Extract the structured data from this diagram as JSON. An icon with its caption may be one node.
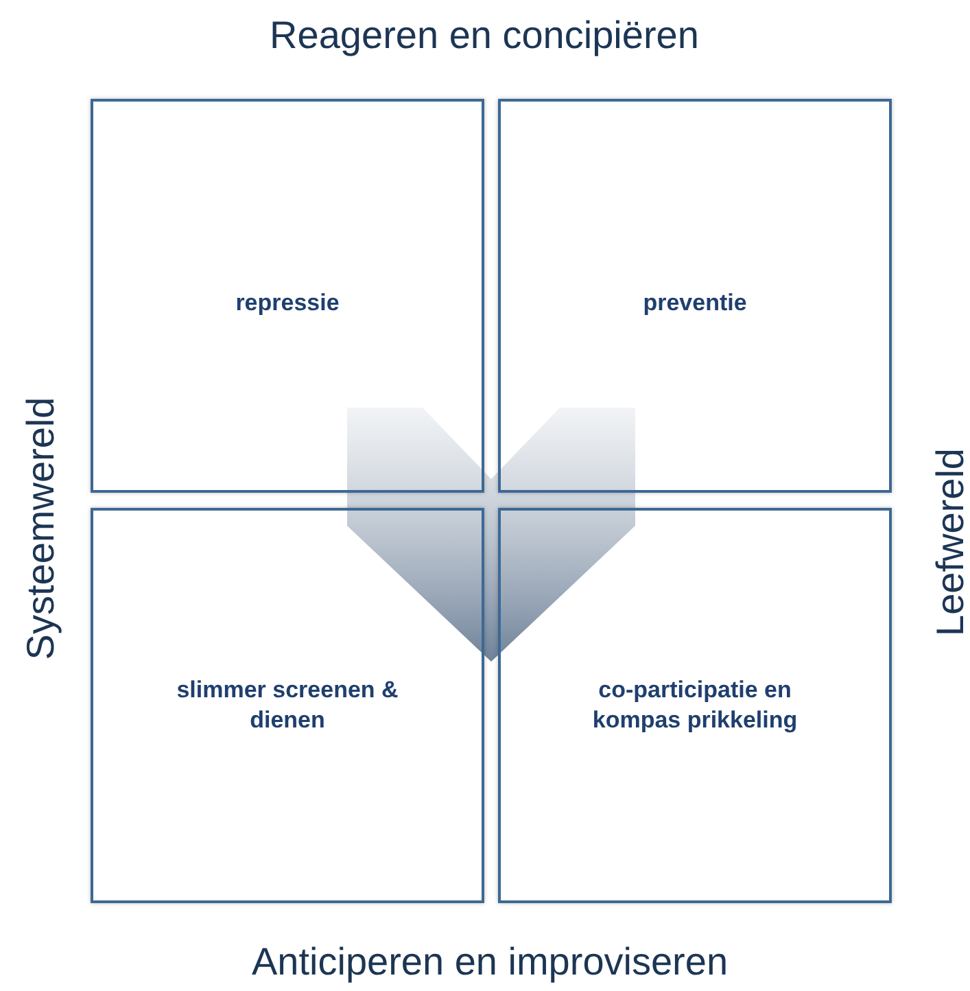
{
  "diagram": {
    "nodes": [
      {
        "text": [
          "repressie"
        ]
      },
      {
        "text": [
          "preventie"
        ]
      },
      {
        "text": [
          "slimmer screenen & dienen"
        ]
      },
      {
        "text": [
          "co-participatie en kompas prikkeling"
        ]
      }
    ],
    "edges": [
      {
        "from": 0,
        "to": 2,
        "arrow": "to"
      },
      {
        "from": 1,
        "to": 3,
        "arrow": "to"
      }
    ],
    "labels": [
      "Reageren en concipiëren",
      "Systeemwereld",
      "Leefwereld",
      "Anticiperen en improviseren"
    ]
  }
}
